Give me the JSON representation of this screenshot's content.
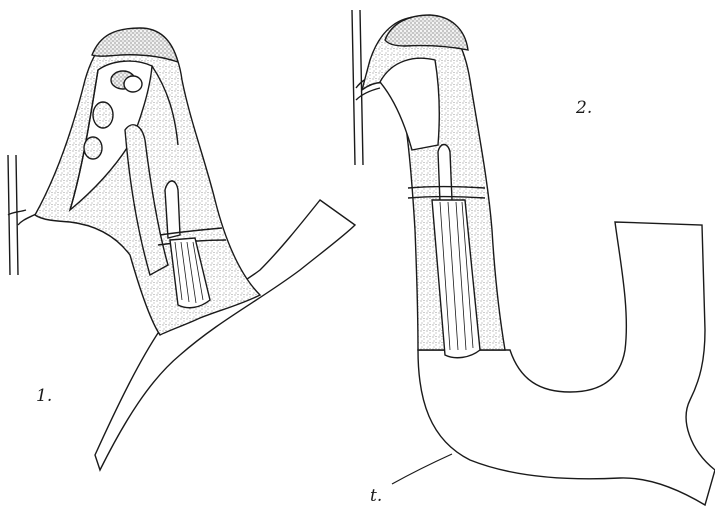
{
  "figure": {
    "labels": {
      "fig1": "1.",
      "fig2": "2.",
      "t": "t."
    },
    "colors": {
      "ink": "#1a1a1a",
      "paper": "#ffffff",
      "stipple": "#6b6b6b"
    }
  }
}
